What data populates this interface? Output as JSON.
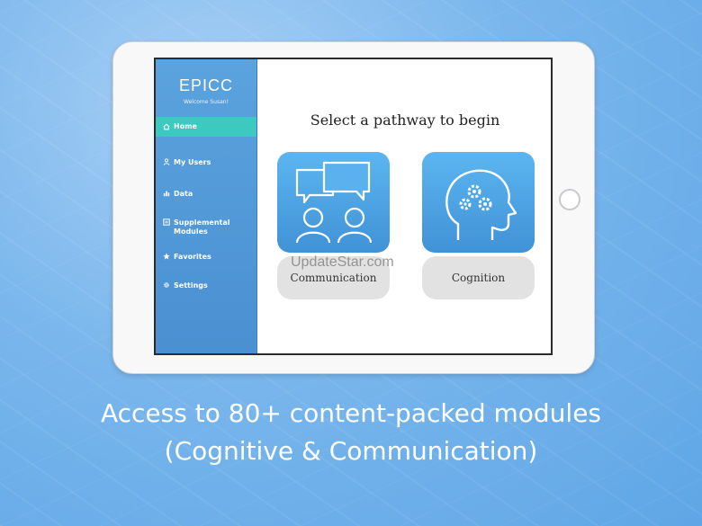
{
  "app": {
    "logo_text": "EPICC",
    "welcome_text": "Welcome Susan!"
  },
  "sidebar": {
    "items": [
      {
        "label": "Home",
        "icon": "home-icon",
        "active": true
      },
      {
        "label": "My Users",
        "icon": "user-icon",
        "active": false
      },
      {
        "label": "Data",
        "icon": "bar-chart-icon",
        "active": false
      },
      {
        "label": "Supplemental\nModules",
        "icon": "module-icon",
        "active": false
      },
      {
        "label": "Favorites",
        "icon": "star-icon",
        "active": false
      },
      {
        "label": "Settings",
        "icon": "gear-icon",
        "active": false
      }
    ]
  },
  "main": {
    "title": "Select a pathway to begin",
    "pathways": [
      {
        "label": "Communication",
        "icon": "speech-bubbles-people-icon"
      },
      {
        "label": "Cognition",
        "icon": "head-gears-icon"
      }
    ]
  },
  "watermark": "UpdateStar.com",
  "caption": {
    "line1": "Access to 80+ content-packed modules",
    "line2": "(Cognitive & Communication)"
  },
  "colors": {
    "sidebar": "#4a90d2",
    "active_item": "#3cc9c0",
    "card": "#4a9fe0",
    "background": "#79b6ec"
  }
}
